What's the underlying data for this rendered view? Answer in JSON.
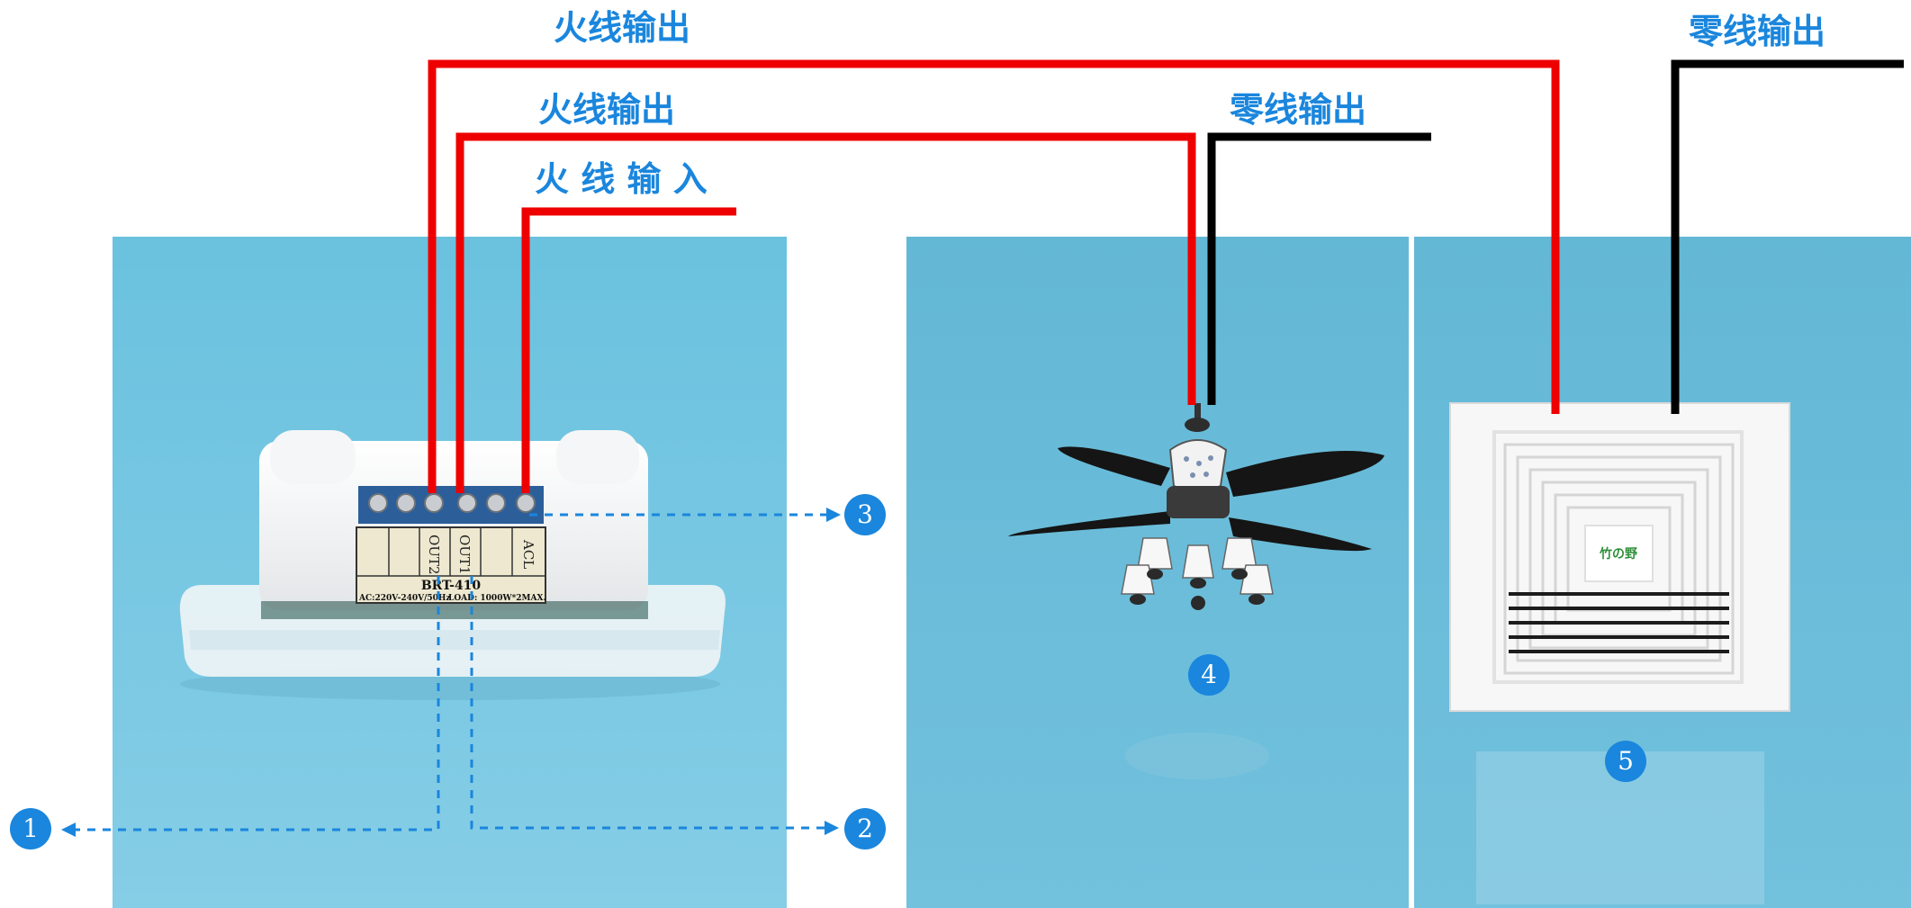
{
  "colors": {
    "live_wire": "#ee0000",
    "neutral_wire": "#000000",
    "accent": "#1a86dd",
    "panel_bg": "#6ec6e2",
    "device_bg": "#62b8d8"
  },
  "labels": {
    "live_out_1": "火线输出",
    "live_out_2": "火线输出",
    "live_in": "火 线 输 入",
    "neutral_out_fan": "零线输出",
    "neutral_out_vent": "零线输出"
  },
  "switch_panel": {
    "terminals": [
      "OUT2",
      "OUT1",
      "ACL"
    ],
    "model": "BRT-410",
    "rating_left": "AC:220V-240V/50Hz",
    "rating_right": "LOAD: 1000W*2MAX."
  },
  "markers": [
    "1",
    "2",
    "3",
    "4",
    "5"
  ],
  "devices": {
    "fan_icon": "ceiling-fan-light",
    "vent_icon": "exhaust-fan-vent",
    "vent_brand": "竹の野"
  }
}
